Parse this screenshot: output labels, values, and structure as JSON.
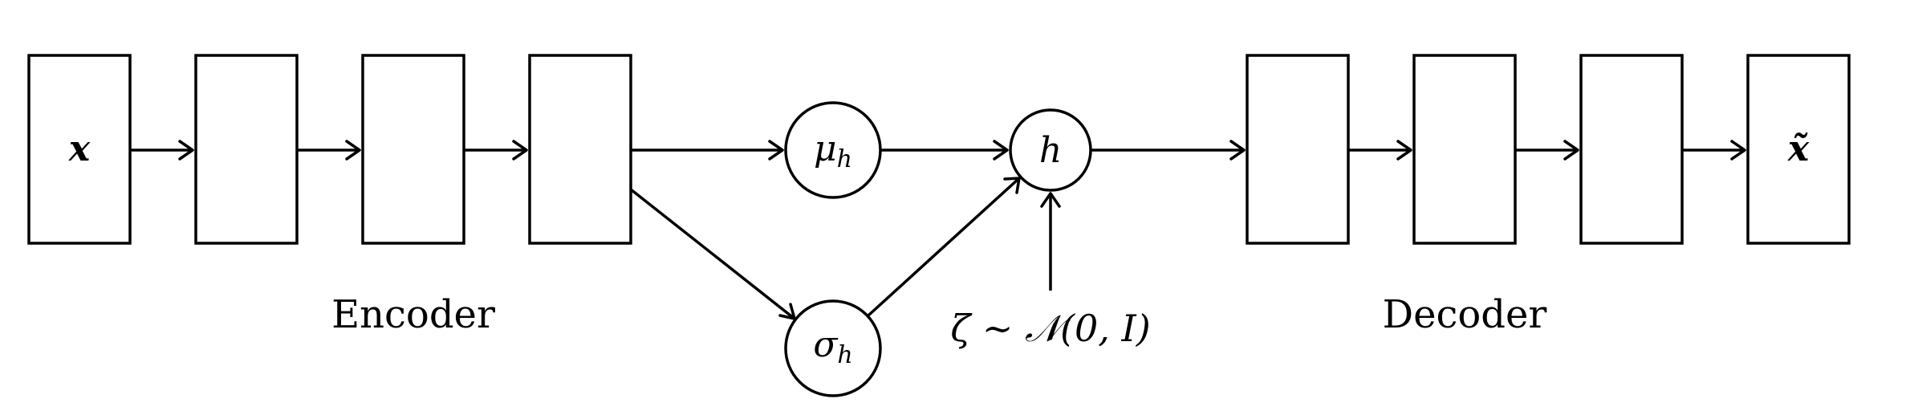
{
  "diagram": {
    "input_label": "x",
    "output_label": "x̃",
    "mu_label": "μ",
    "mu_sub": "h",
    "sigma_label": "σ",
    "sigma_sub": "h",
    "h_label": "h",
    "noise_label": "ζ ∼ 𝒩(0, I)",
    "encoder_label": "Encoder",
    "decoder_label": "Decoder"
  }
}
